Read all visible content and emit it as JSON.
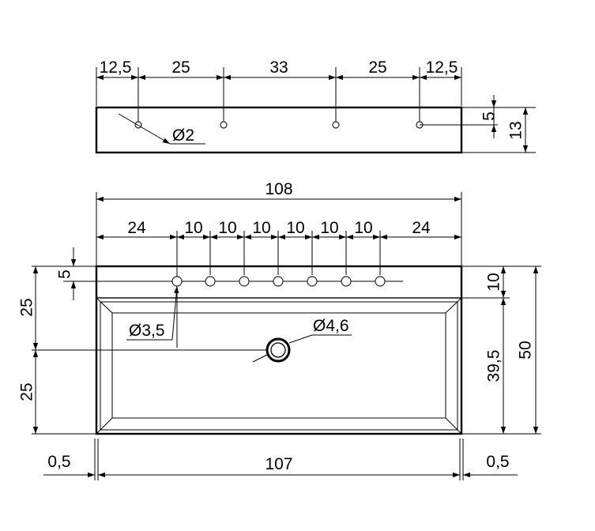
{
  "drawing": {
    "top_view": {
      "dims": [
        "12,5",
        "25",
        "33",
        "25",
        "12,5"
      ],
      "hole_diameter": "Ø2",
      "hole_offset": "5",
      "height": "13"
    },
    "front_view": {
      "overall_width": "108",
      "spacing": [
        "24",
        "10",
        "10",
        "10",
        "10",
        "10",
        "10",
        "24"
      ],
      "hole_offset": "5",
      "hole_diameter": "Ø3,5",
      "drain_diameter": "Ø4,6",
      "left_upper": "25",
      "left_lower": "25",
      "rim_depth": "10",
      "basin_depth": "39,5",
      "overall_height": "50",
      "inner_width": "107",
      "margin_left": "0,5",
      "margin_right": "0,5"
    }
  }
}
